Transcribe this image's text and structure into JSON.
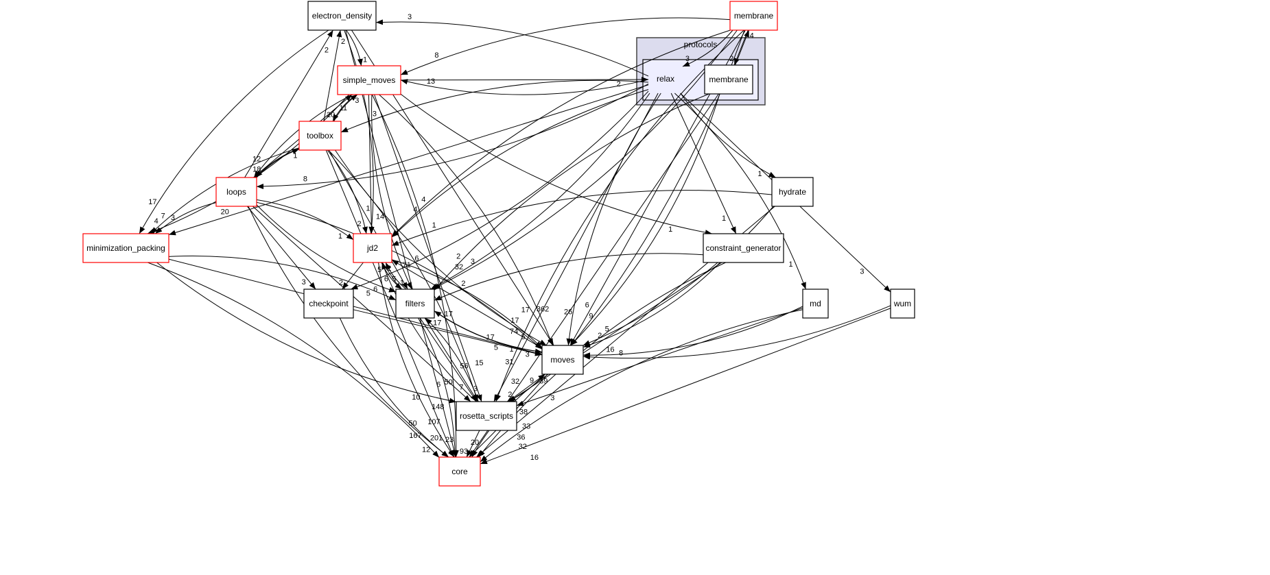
{
  "cluster": {
    "label": "protocols",
    "inner_label": "relax"
  },
  "colors": {
    "highlight_border": "#ff0000",
    "normal_border": "#000000",
    "cluster_fill": "#dcdcee",
    "inner_fill": "#eeeeff"
  },
  "nodes": {
    "electron_density": {
      "label": "electron_density",
      "highlight": false
    },
    "membrane_top": {
      "label": "membrane",
      "highlight": true
    },
    "membrane_inner": {
      "label": "membrane",
      "highlight": false
    },
    "simple_moves": {
      "label": "simple_moves",
      "highlight": true
    },
    "toolbox": {
      "label": "toolbox",
      "highlight": true
    },
    "loops": {
      "label": "loops",
      "highlight": true
    },
    "hydrate": {
      "label": "hydrate",
      "highlight": false
    },
    "minimization_packing": {
      "label": "minimization_packing",
      "highlight": true
    },
    "jd2": {
      "label": "jd2",
      "highlight": true
    },
    "constraint_generator": {
      "label": "constraint_generator",
      "highlight": false
    },
    "checkpoint": {
      "label": "checkpoint",
      "highlight": false
    },
    "filters": {
      "label": "filters",
      "highlight": false
    },
    "md": {
      "label": "md",
      "highlight": false
    },
    "wum": {
      "label": "wum",
      "highlight": false
    },
    "moves": {
      "label": "moves",
      "highlight": false
    },
    "rosetta_scripts": {
      "label": "rosetta_scripts",
      "highlight": false
    },
    "core": {
      "label": "core",
      "highlight": true
    }
  },
  "edges": [
    {
      "from": "electron_density",
      "to": "simple_moves",
      "label": "1"
    },
    {
      "from": "electron_density",
      "to": "core",
      "label": "148"
    },
    {
      "from": "electron_density",
      "to": "minimization_packing",
      "label": "17"
    },
    {
      "from": "electron_density",
      "to": "jd2",
      "label": "1"
    },
    {
      "from": "electron_density",
      "to": "moves",
      "label": "17"
    },
    {
      "from": "membrane_top",
      "to": "simple_moves",
      "label": "8"
    },
    {
      "from": "membrane_top",
      "to": "relax",
      "label": "3"
    },
    {
      "from": "membrane_top",
      "to": "membrane_inner",
      "label": "2"
    },
    {
      "from": "membrane_top",
      "to": "jd2",
      "label": "4"
    },
    {
      "from": "membrane_top",
      "to": "filters",
      "label": "3"
    },
    {
      "from": "membrane_top",
      "to": "moves",
      "label": "6"
    },
    {
      "from": "membrane_top",
      "to": "rosetta_scripts",
      "label": "1"
    },
    {
      "from": "membrane_top",
      "to": "core",
      "label": "33"
    },
    {
      "from": "membrane_inner",
      "to": "membrane_top",
      "label": "4"
    },
    {
      "from": "membrane_inner",
      "to": "filters",
      "label": "2"
    },
    {
      "from": "membrane_inner",
      "to": "moves",
      "label": "9"
    },
    {
      "from": "membrane_inner",
      "to": "core",
      "label": "32"
    },
    {
      "from": "relax",
      "to": "electron_density",
      "label": "3"
    },
    {
      "from": "relax",
      "to": "simple_moves",
      "label": "13"
    },
    {
      "from": "simple_moves",
      "to": "relax",
      "label": "2"
    },
    {
      "from": "relax",
      "to": "toolbox",
      "label": "3"
    },
    {
      "from": "relax",
      "to": "loops",
      "label": "8"
    },
    {
      "from": "relax",
      "to": "minimization_packing",
      "label": "20"
    },
    {
      "from": "relax",
      "to": "jd2",
      "label": "4"
    },
    {
      "from": "relax",
      "to": "checkpoint",
      "label": "2"
    },
    {
      "from": "relax",
      "to": "constraint_generator",
      "label": "1"
    },
    {
      "from": "relax",
      "to": "hydrate",
      "label": "1"
    },
    {
      "from": "relax",
      "to": "md",
      "label": "1"
    },
    {
      "from": "relax",
      "to": "wum",
      "label": "3"
    },
    {
      "from": "relax",
      "to": "moves",
      "label": "26"
    },
    {
      "from": "relax",
      "to": "filters",
      "label": "32"
    },
    {
      "from": "relax",
      "to": "rosetta_scripts",
      "label": "31"
    },
    {
      "from": "simple_moves",
      "to": "toolbox",
      "label": "20"
    },
    {
      "from": "toolbox",
      "to": "simple_moves",
      "label": "3"
    },
    {
      "from": "toolbox",
      "to": "electron_density",
      "label": "2"
    },
    {
      "from": "toolbox",
      "to": "loops",
      "label": "18"
    },
    {
      "from": "loops",
      "to": "toolbox",
      "label": "1"
    },
    {
      "from": "loops",
      "to": "simple_moves",
      "label": "11"
    },
    {
      "from": "simple_moves",
      "to": "loops",
      "label": "12"
    },
    {
      "from": "simple_moves",
      "to": "minimization_packing",
      "label": "3"
    },
    {
      "from": "simple_moves",
      "to": "jd2",
      "label": "14"
    },
    {
      "from": "simple_moves",
      "to": "filters",
      "label": "71"
    },
    {
      "from": "simple_moves",
      "to": "moves",
      "label": "362"
    },
    {
      "from": "simple_moves",
      "to": "rosetta_scripts",
      "label": "56"
    },
    {
      "from": "simple_moves",
      "to": "constraint_generator",
      "label": "1"
    },
    {
      "from": "simple_moves",
      "to": "core",
      "label": "50"
    },
    {
      "from": "loops",
      "to": "electron_density",
      "label": "2"
    },
    {
      "from": "toolbox",
      "to": "minimization_packing",
      "label": "7"
    },
    {
      "from": "toolbox",
      "to": "jd2",
      "label": "2"
    },
    {
      "from": "toolbox",
      "to": "filters",
      "label": "6"
    },
    {
      "from": "toolbox",
      "to": "moves",
      "label": "74"
    },
    {
      "from": "toolbox",
      "to": "rosetta_scripts",
      "label": "15"
    },
    {
      "from": "toolbox",
      "to": "core",
      "label": "107"
    },
    {
      "from": "loops",
      "to": "minimization_packing",
      "label": "4"
    },
    {
      "from": "loops",
      "to": "jd2",
      "label": "1"
    },
    {
      "from": "loops",
      "to": "checkpoint",
      "label": "3"
    },
    {
      "from": "loops",
      "to": "filters",
      "label": "6"
    },
    {
      "from": "loops",
      "to": "moves",
      "label": "17"
    },
    {
      "from": "loops",
      "to": "rosetta_scripts",
      "label": "6"
    },
    {
      "from": "loops",
      "to": "core",
      "label": "167"
    },
    {
      "from": "minimization_packing",
      "to": "filters",
      "label": "5"
    },
    {
      "from": "minimization_packing",
      "to": "moves",
      "label": "5"
    },
    {
      "from": "minimization_packing",
      "to": "rosetta_scripts",
      "label": "10"
    },
    {
      "from": "minimization_packing",
      "to": "core",
      "label": "50"
    },
    {
      "from": "jd2",
      "to": "checkpoint",
      "label": "2"
    },
    {
      "from": "jd2",
      "to": "filters",
      "label": "1"
    },
    {
      "from": "jd2",
      "to": "moves",
      "label": "5"
    },
    {
      "from": "jd2",
      "to": "rosetta_scripts",
      "label": "7"
    },
    {
      "from": "jd2",
      "to": "core",
      "label": "201"
    },
    {
      "from": "filters",
      "to": "jd2",
      "label": "5"
    },
    {
      "from": "moves",
      "to": "jd2",
      "label": "6"
    },
    {
      "from": "filters",
      "to": "moves",
      "label": "3"
    },
    {
      "from": "moves",
      "to": "filters",
      "label": "17"
    },
    {
      "from": "filters",
      "to": "rosetta_scripts",
      "label": "3"
    },
    {
      "from": "rosetta_scripts",
      "to": "filters",
      "label": "17"
    },
    {
      "from": "filters",
      "to": "core",
      "label": "23"
    },
    {
      "from": "checkpoint",
      "to": "moves",
      "label": "17"
    },
    {
      "from": "checkpoint",
      "to": "core",
      "label": "12"
    },
    {
      "from": "moves",
      "to": "rosetta_scripts",
      "label": "2"
    },
    {
      "from": "rosetta_scripts",
      "to": "moves",
      "label": "39"
    },
    {
      "from": "moves",
      "to": "core",
      "label": "20"
    },
    {
      "from": "rosetta_scripts",
      "to": "jd2",
      "label": "5"
    },
    {
      "from": "rosetta_scripts",
      "to": "core",
      "label": "93"
    },
    {
      "from": "hydrate",
      "to": "jd2",
      "label": "1"
    },
    {
      "from": "hydrate",
      "to": "moves",
      "label": "5"
    },
    {
      "from": "hydrate",
      "to": "core",
      "label": "36"
    },
    {
      "from": "constraint_generator",
      "to": "filters",
      "label": "2"
    },
    {
      "from": "constraint_generator",
      "to": "moves",
      "label": "2"
    },
    {
      "from": "constraint_generator",
      "to": "rosetta_scripts",
      "label": "9"
    },
    {
      "from": "constraint_generator",
      "to": "core",
      "label": "38"
    },
    {
      "from": "md",
      "to": "moves",
      "label": "16"
    },
    {
      "from": "md",
      "to": "rosetta_scripts",
      "label": "3"
    },
    {
      "from": "md",
      "to": "core",
      "label": "32"
    },
    {
      "from": "wum",
      "to": "moves",
      "label": "8"
    },
    {
      "from": "wum",
      "to": "core",
      "label": "16"
    }
  ]
}
